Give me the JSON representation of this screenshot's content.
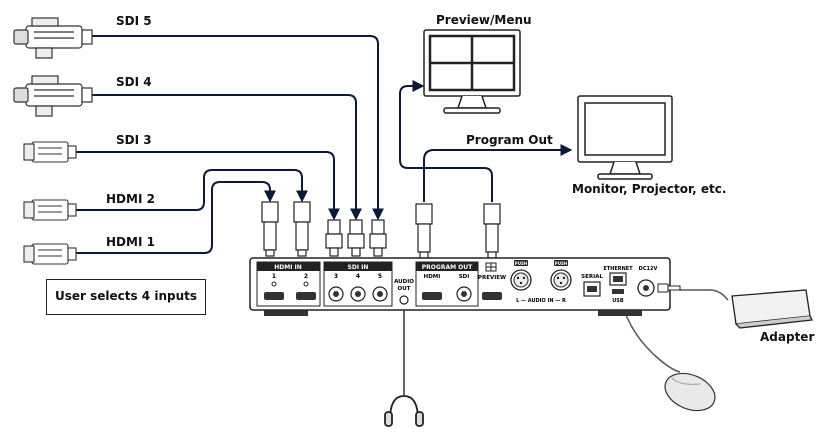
{
  "sources": {
    "sdi5": "SDI 5",
    "sdi4": "SDI 4",
    "sdi3": "SDI 3",
    "hdmi2": "HDMI 2",
    "hdmi1": "HDMI 1"
  },
  "outputs": {
    "preview_menu": "Preview/Menu",
    "program_out": "Program Out",
    "monitor": "Monitor,  Projector,  etc.",
    "adapter": "Adapter"
  },
  "note": "User selects 4 inputs",
  "panel": {
    "hdmi_in": "HDMI IN",
    "hdmi_in_1": "1",
    "hdmi_in_2": "2",
    "sdi_in": "SDI IN",
    "sdi_in_3": "3",
    "sdi_in_4": "4",
    "sdi_in_5": "5",
    "audio_out": "AUDIO OUT",
    "program_out": "PROGRAM OUT",
    "prog_hdmi": "HDMI",
    "prog_sdi": "SDI",
    "preview": "PREVIEW",
    "push1": "PUSH",
    "push2": "PUSH",
    "audio_in": "L — AUDIO IN — R",
    "serial": "SERIAL",
    "ethernet": "ETHERNET",
    "usb": "USB",
    "dc12v": "DC12V"
  },
  "icons": [
    "camcorder-icon",
    "camera-icon",
    "monitor-icon",
    "headphones-icon",
    "mouse-icon",
    "power-adapter-icon",
    "hdmi-plug-icon",
    "bnc-plug-icon"
  ]
}
